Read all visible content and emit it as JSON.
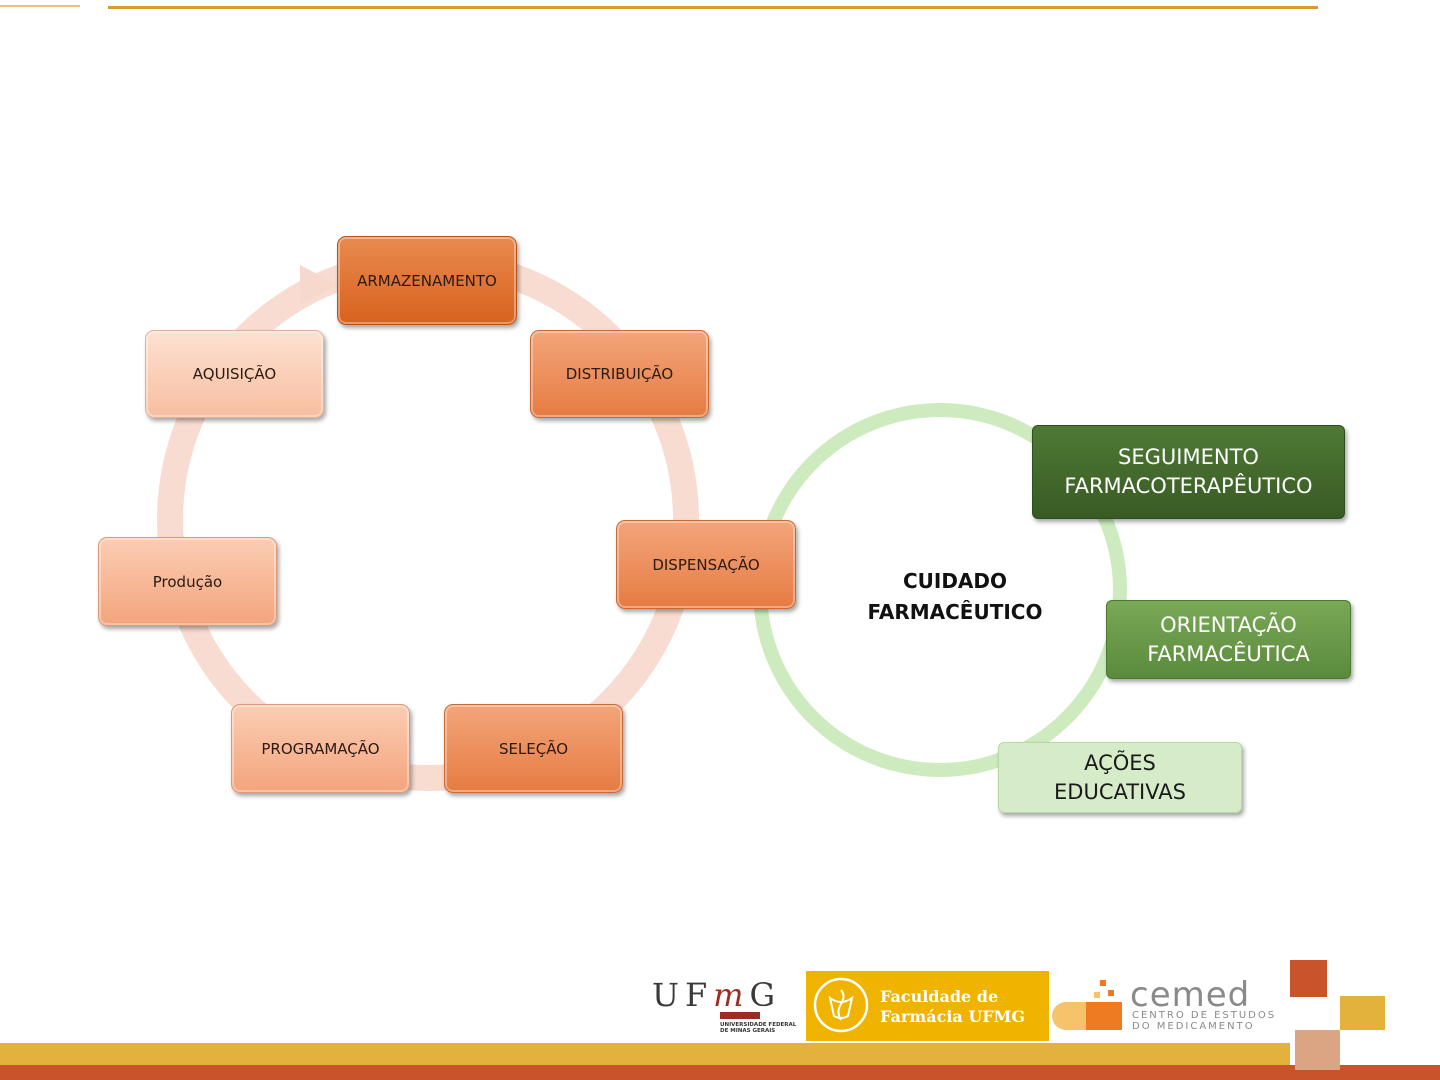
{
  "supply_cycle": {
    "armazenamento": "ARMAZENAMENTO",
    "distribuicao": "DISTRIBUIÇÃO",
    "dispensacao": "DISPENSAÇÃO",
    "selecao": "SELEÇÃO",
    "programacao": "PROGRAMAÇÃO",
    "producao": "Produção",
    "aquisicao": "AQUISIÇÃO"
  },
  "care_cycle": {
    "center_line1": "CUIDADO",
    "center_line2": "FARMACÊUTICO",
    "seguimento_line1": "SEGUIMENTO",
    "seguimento_line2": "FARMACOTERAPÊUTICO",
    "orientacao_line1": "ORIENTAÇÃO",
    "orientacao_line2": "FARMACÊUTICA",
    "acoes_line1": "AÇÕES",
    "acoes_line2": "EDUCATIVAS"
  },
  "footer": {
    "ufmg_u": "U",
    "ufmg_f": "F",
    "ufmg_m": "m",
    "ufmg_g": "G",
    "ufmg_sub1": "UNIVERSIDADE FEDERAL",
    "ufmg_sub2": "DE MINAS GERAIS",
    "faculdade_line1": "Faculdade de",
    "faculdade_line2": "Farmácia UFMG",
    "cemed_name": "cemed",
    "cemed_sub1": "CENTRO DE ESTUDOS",
    "cemed_sub2": "DO MEDICAMENTO"
  },
  "colors": {
    "orange_dark": "#d8621e",
    "green_dark": "#385a24",
    "footer_yellow": "#e2b23a",
    "footer_orange": "#c9532a"
  }
}
